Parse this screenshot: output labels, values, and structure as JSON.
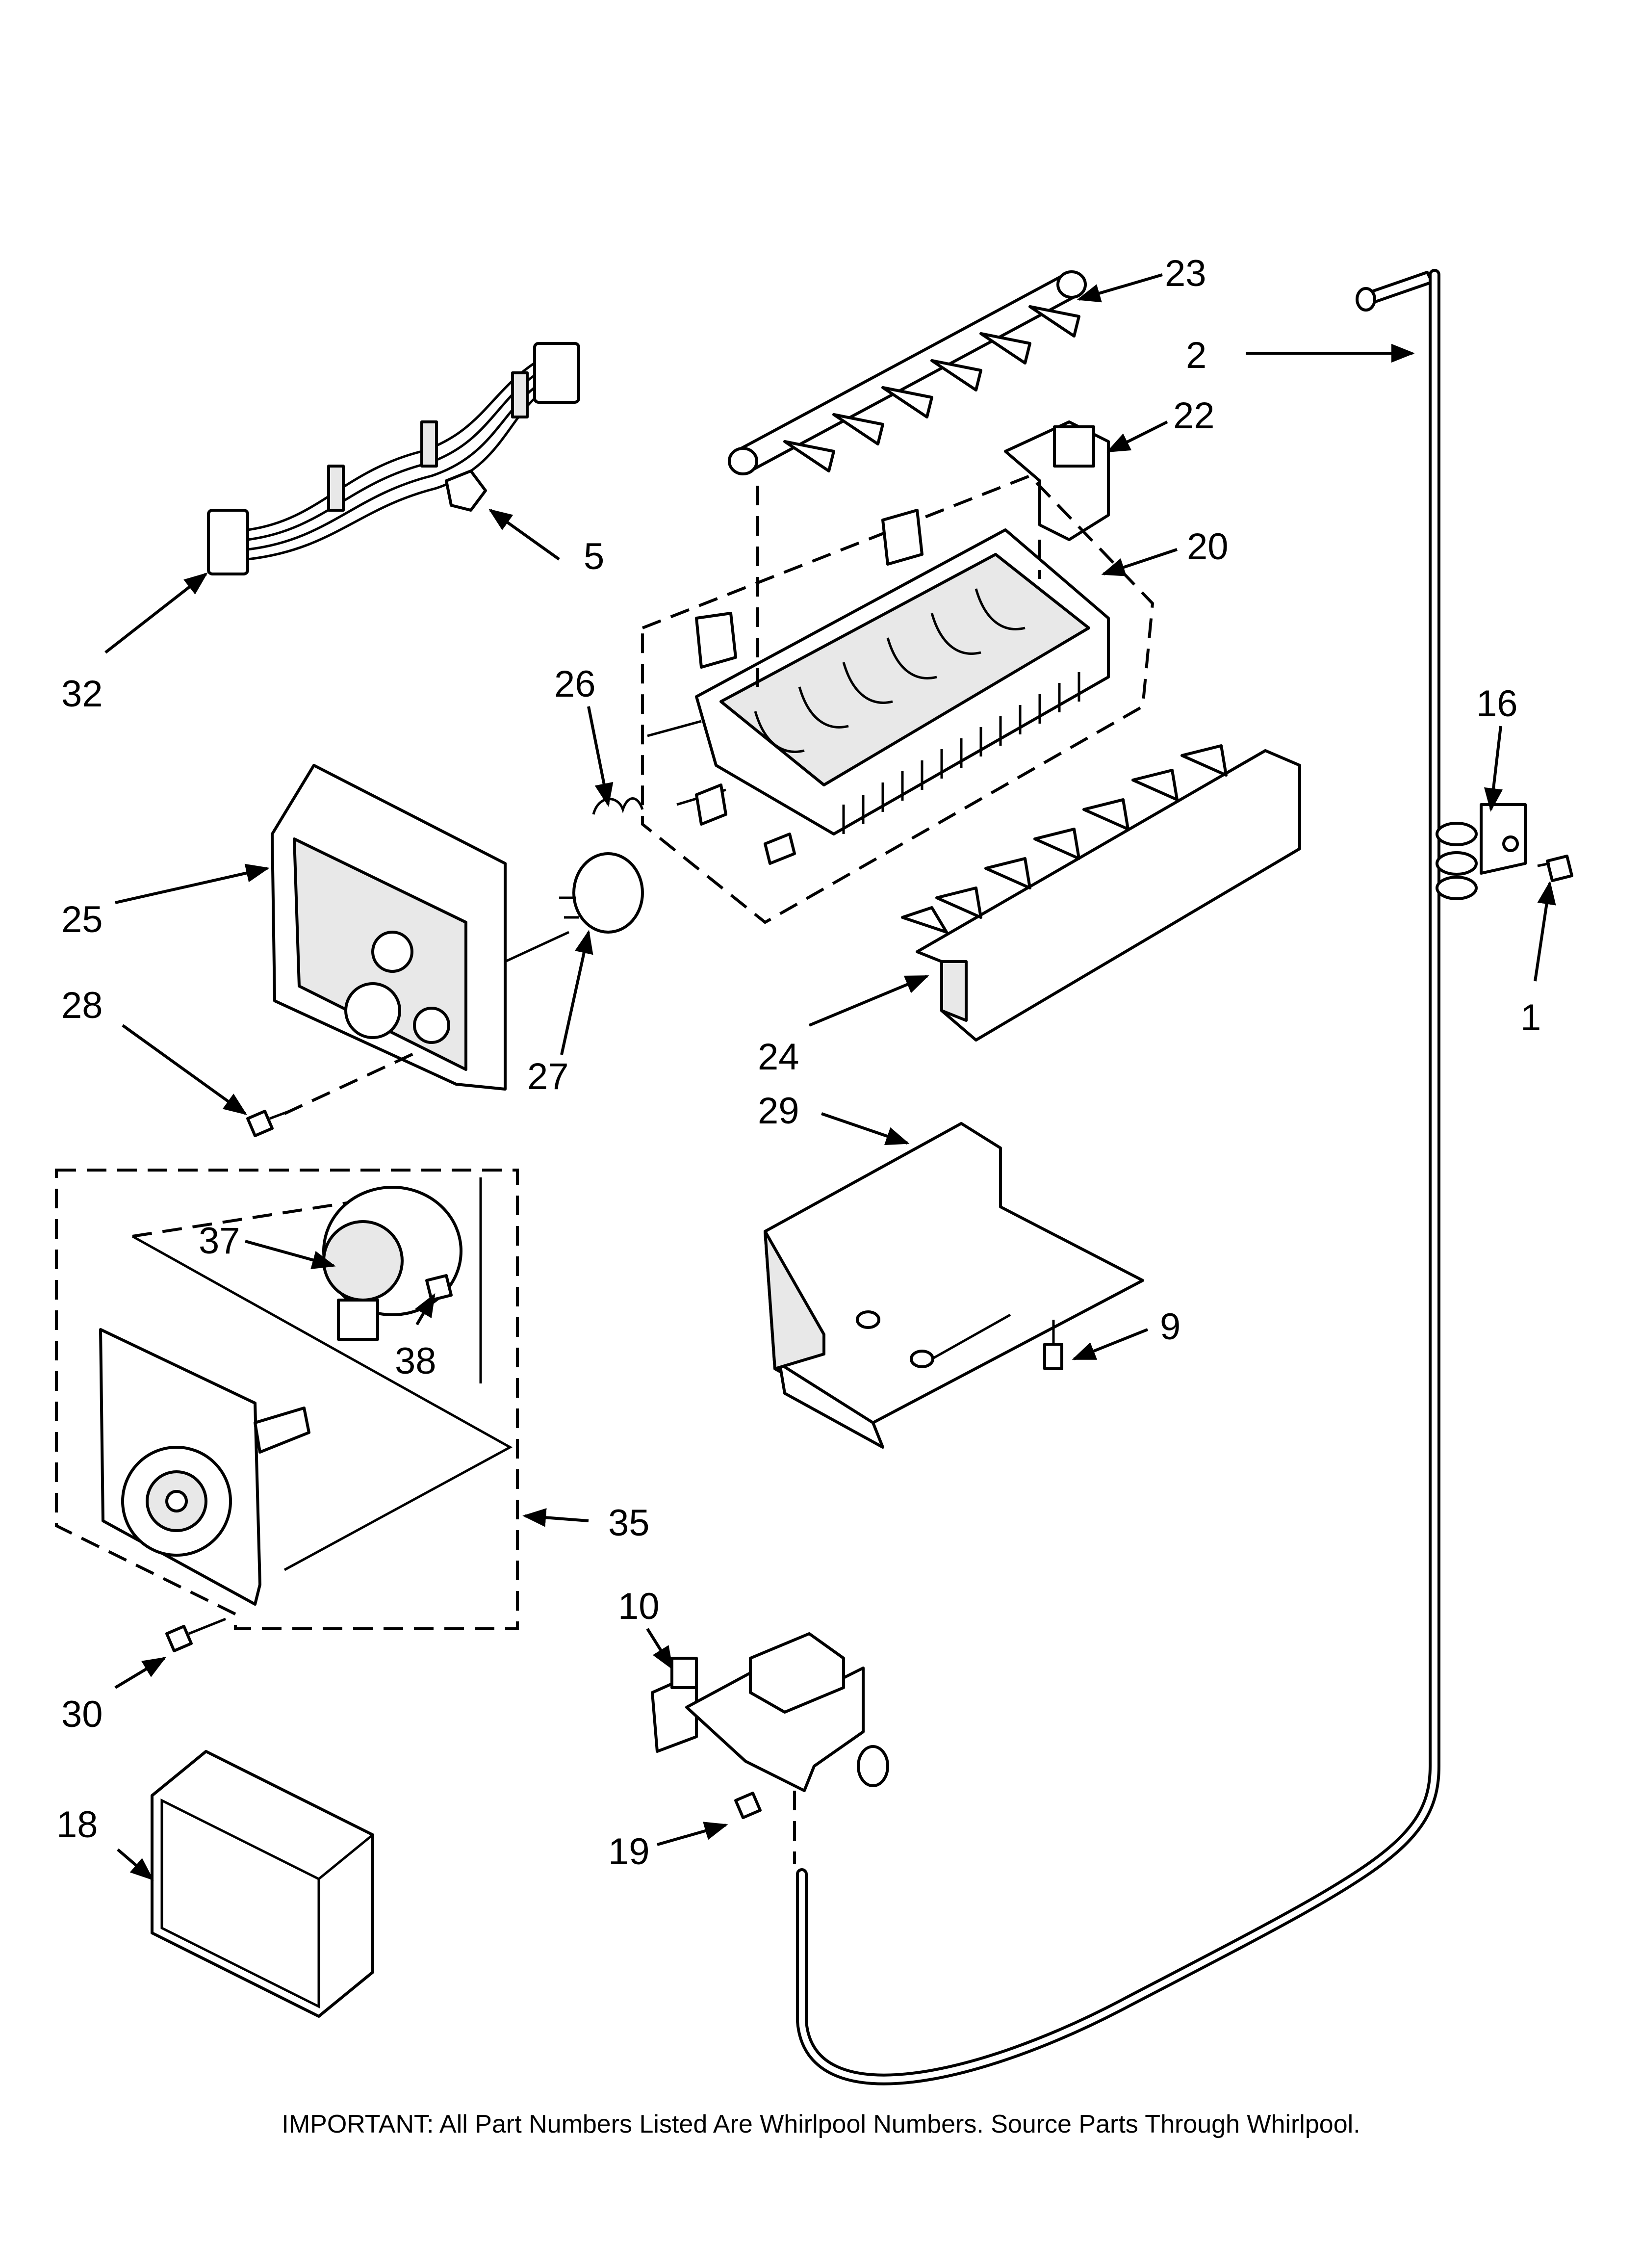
{
  "callouts": {
    "c1": "1",
    "c2": "2",
    "c5": "5",
    "c9": "9",
    "c10": "10",
    "c16": "16",
    "c18": "18",
    "c19": "19",
    "c20": "20",
    "c22": "22",
    "c23": "23",
    "c24": "24",
    "c25": "25",
    "c26": "26",
    "c27": "27",
    "c28": "28",
    "c29": "29",
    "c30": "30",
    "c32": "32",
    "c35": "35",
    "c37": "37",
    "c38": "38"
  },
  "footer": {
    "note": "IMPORTANT: All Part Numbers Listed Are Whirlpool Numbers. Source Parts Through Whirlpool."
  }
}
